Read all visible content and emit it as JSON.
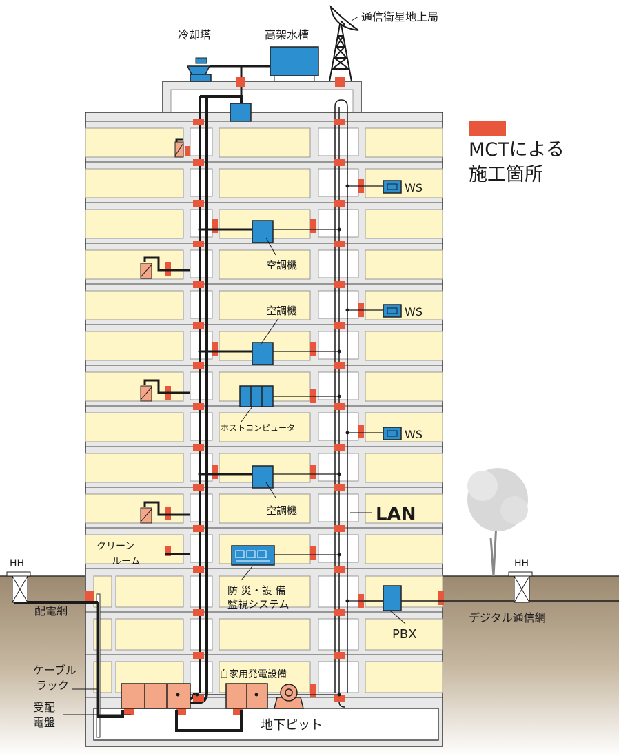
{
  "legend": {
    "line1": "MCTによる",
    "line2": "施工箇所",
    "swatch_color": "#e8573c"
  },
  "labels": {
    "cooling_tower": "冷却塔",
    "elevated_tank": "高架水槽",
    "satellite_station": "通信衛星地上局",
    "ws_1": "WS",
    "ws_2": "WS",
    "ws_3": "WS",
    "aircon_1": "空調機",
    "aircon_2": "空調機",
    "aircon_3": "空調機",
    "host_computer": "ホストコンピュータ",
    "lan": "LAN",
    "clean_room_1": "クリーン",
    "clean_room_2": "ルーム",
    "disaster_1": "防 災・設 備",
    "disaster_2": "監視システム",
    "pbx": "PBX",
    "generator": "自家用発電設備",
    "basement_pit": "地下ピット",
    "distribution_net": "配電網",
    "digital_net": "デジタル通信網",
    "hh_left": "HH",
    "hh_right": "HH",
    "cable_rack_1": "ケーブル",
    "cable_rack_2": "ラック",
    "switchboard_1": "受配",
    "switchboard_2": "電盤"
  },
  "colors": {
    "wall": "#e8e8e8",
    "room": "#fff6c8",
    "equipment_blue": "#2c8fd0",
    "panel_salmon": "#f4a786",
    "mct_red": "#e8573c",
    "ground": "#b8a68c",
    "cable": "#1a1a1a"
  }
}
